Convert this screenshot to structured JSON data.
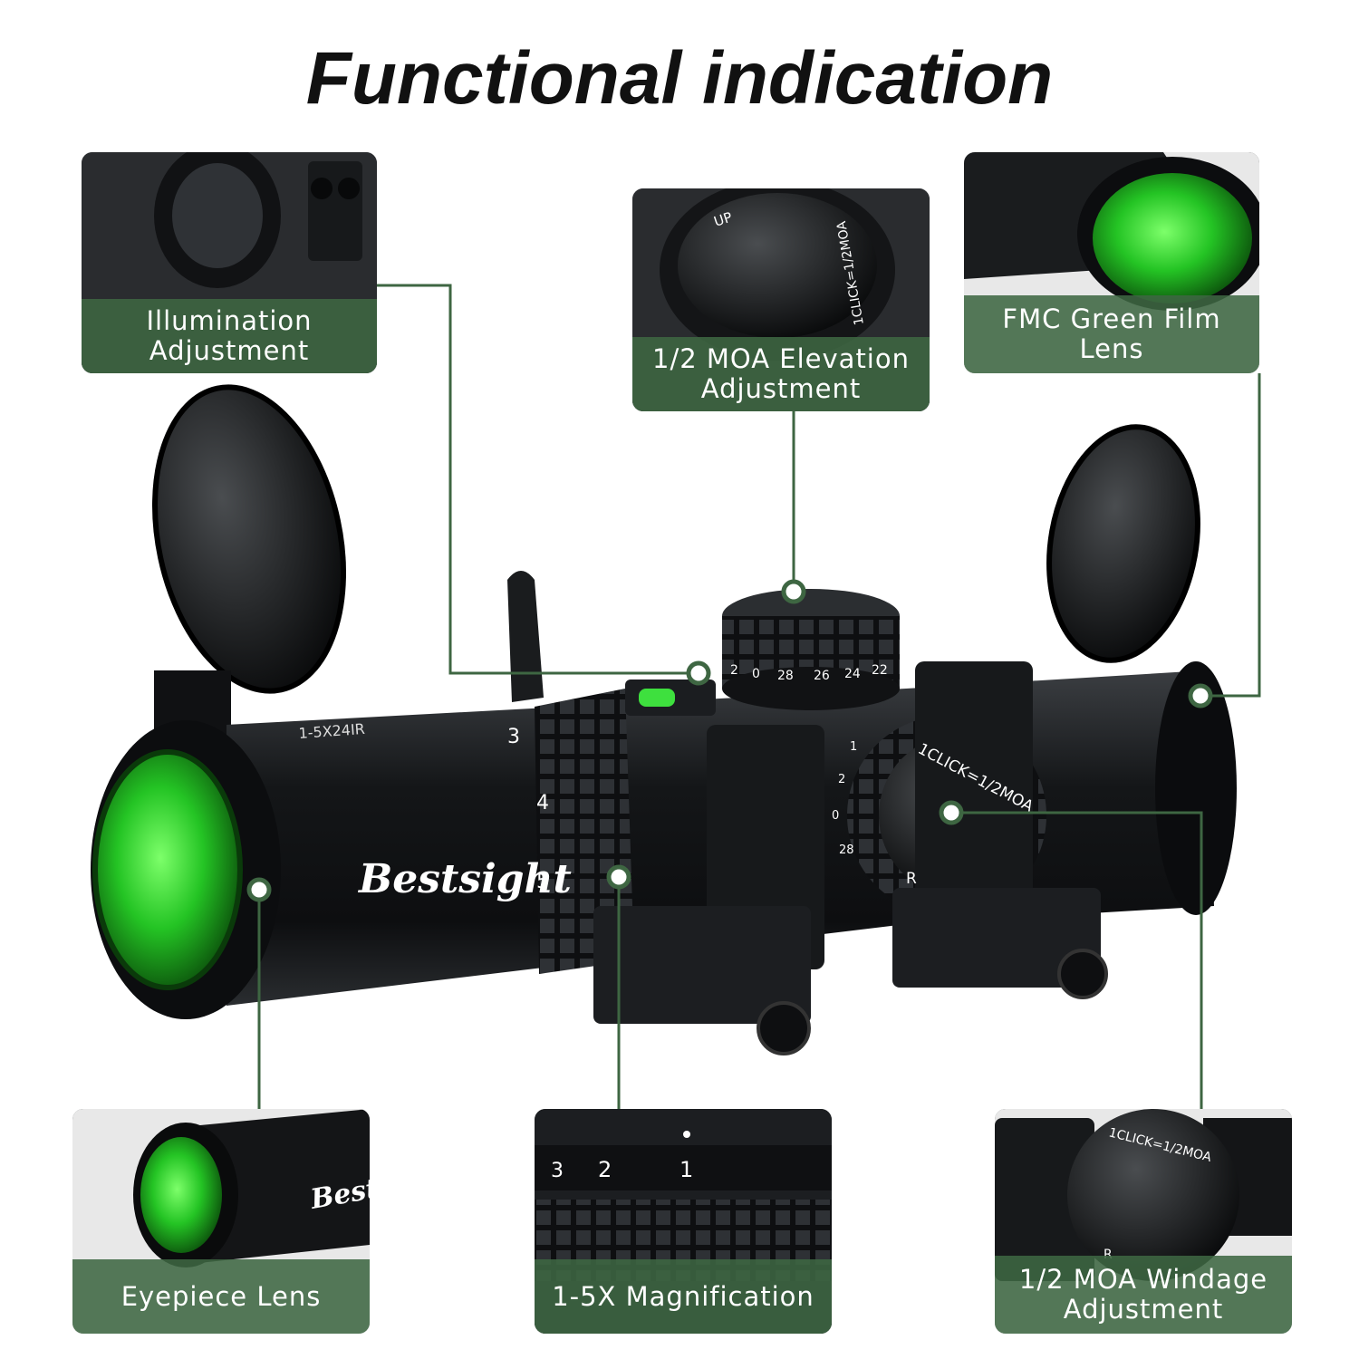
{
  "title": "Functional indication",
  "brand": "Bestsight",
  "scope_markings": {
    "mag_ring_numbers": [
      "3",
      "4",
      "5"
    ],
    "elevation_scale": [
      "2",
      "0",
      "28",
      "26",
      "24",
      "22"
    ],
    "windage_text": "1CLICK=1/2MOA",
    "windage_scale": [
      "1",
      "2",
      "0",
      "28"
    ],
    "windage_dir": "R",
    "elevation_dir": "UP",
    "elevation_cap_text": "1CLICK=1/2MOA",
    "model_text": "1-5X24IR"
  },
  "callouts": {
    "illumination": "Illumination\nAdjustment",
    "elevation": "1/2 MOA Elevation\nAdjustment",
    "fmc": "FMC Green Film\nLens",
    "eyepiece": "Eyepiece Lens",
    "magnification": "1-5X Magnification",
    "windage": "1/2 MOA Windage\nAdjustment"
  },
  "inset_markings": {
    "eyepiece_brand": "Bests",
    "mag_numbers": [
      "3",
      "2",
      "1"
    ],
    "windage_cap_text": "1CLICK=1/2MOA",
    "windage_dir": "R"
  },
  "colors": {
    "accent_green": "#3e6642",
    "lens_green": "#2fd12f",
    "body_black": "#15171a"
  }
}
